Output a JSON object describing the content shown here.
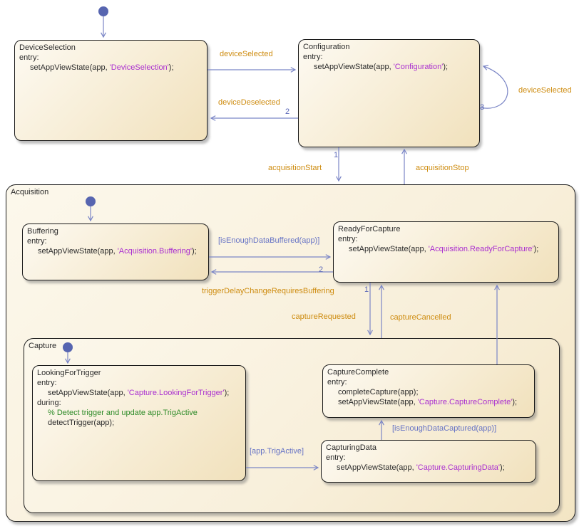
{
  "states": {
    "device_selection": {
      "title": "DeviceSelection",
      "entry_label": "entry:",
      "entry_prefix": "setAppViewState(app, ",
      "entry_string": "'DeviceSelection'",
      "entry_suffix": ");"
    },
    "configuration": {
      "title": "Configuration",
      "entry_label": "entry:",
      "entry_prefix": "setAppViewState(app, ",
      "entry_string": "'Configuration'",
      "entry_suffix": ");"
    },
    "acquisition": {
      "title": "Acquisition"
    },
    "buffering": {
      "title": "Buffering",
      "entry_label": "entry:",
      "entry_prefix": "setAppViewState(app, ",
      "entry_string": "'Acquisition.Buffering'",
      "entry_suffix": ");"
    },
    "ready_for_capture": {
      "title": "ReadyForCapture",
      "entry_label": "entry:",
      "entry_prefix": "setAppViewState(app, ",
      "entry_string": "'Acquisition.ReadyForCapture'",
      "entry_suffix": ");"
    },
    "capture": {
      "title": "Capture"
    },
    "looking_for_trigger": {
      "title": "LookingForTrigger",
      "entry_label": "entry:",
      "entry_prefix": "setAppViewState(app, ",
      "entry_string": "'Capture.LookingForTrigger'",
      "entry_suffix": ");",
      "during_label": "during:",
      "during_comment": "% Detect trigger and update app.TrigActive",
      "during_code": "detectTrigger(app);"
    },
    "capture_complete": {
      "title": "CaptureComplete",
      "entry_label": "entry:",
      "entry_line1": "completeCapture(app);",
      "entry_prefix": "setAppViewState(app, ",
      "entry_string": "'Capture.CaptureComplete'",
      "entry_suffix": ");"
    },
    "capturing_data": {
      "title": "CapturingData",
      "entry_label": "entry:",
      "entry_prefix": "setAppViewState(app, ",
      "entry_string": "'Capture.CapturingData'",
      "entry_suffix": ");"
    }
  },
  "transitions": {
    "device_selected": "deviceSelected",
    "device_deselected": "deviceDeselected",
    "device_selected_loop": "deviceSelected",
    "acquisition_start": "acquisitionStart",
    "acquisition_stop": "acquisitionStop",
    "is_enough_data_buffered": "[isEnoughDataBuffered(app)]",
    "trigger_delay": "triggerDelayChangeRequiresBuffering",
    "capture_requested": "captureRequested",
    "capture_cancelled": "captureCancelled",
    "app_trig_active": "[app.TrigActive]",
    "is_enough_data_captured": "[isEnoughDataCaptured(app)]"
  },
  "priorities": {
    "acquisition_start": "1",
    "device_deselected": "2",
    "configuration_self_loop": "3",
    "buffering_return": "2",
    "capture_requested": "1"
  },
  "colors": {
    "event_label": "#CE8C10",
    "condition_label": "#6673C5",
    "transition_line": "#7B86C6",
    "priority_number": "#5B68B8",
    "initial_dot": "#5765B0",
    "state_border": "#1A1A1A",
    "state_fill_light": "#FDFAF2",
    "state_fill_dark": "#F1E1BC",
    "string_text": "#AA2FD0",
    "comment_text": "#2E8B28",
    "state_text": "#2B2B2B",
    "background": "#FFFFFF"
  }
}
